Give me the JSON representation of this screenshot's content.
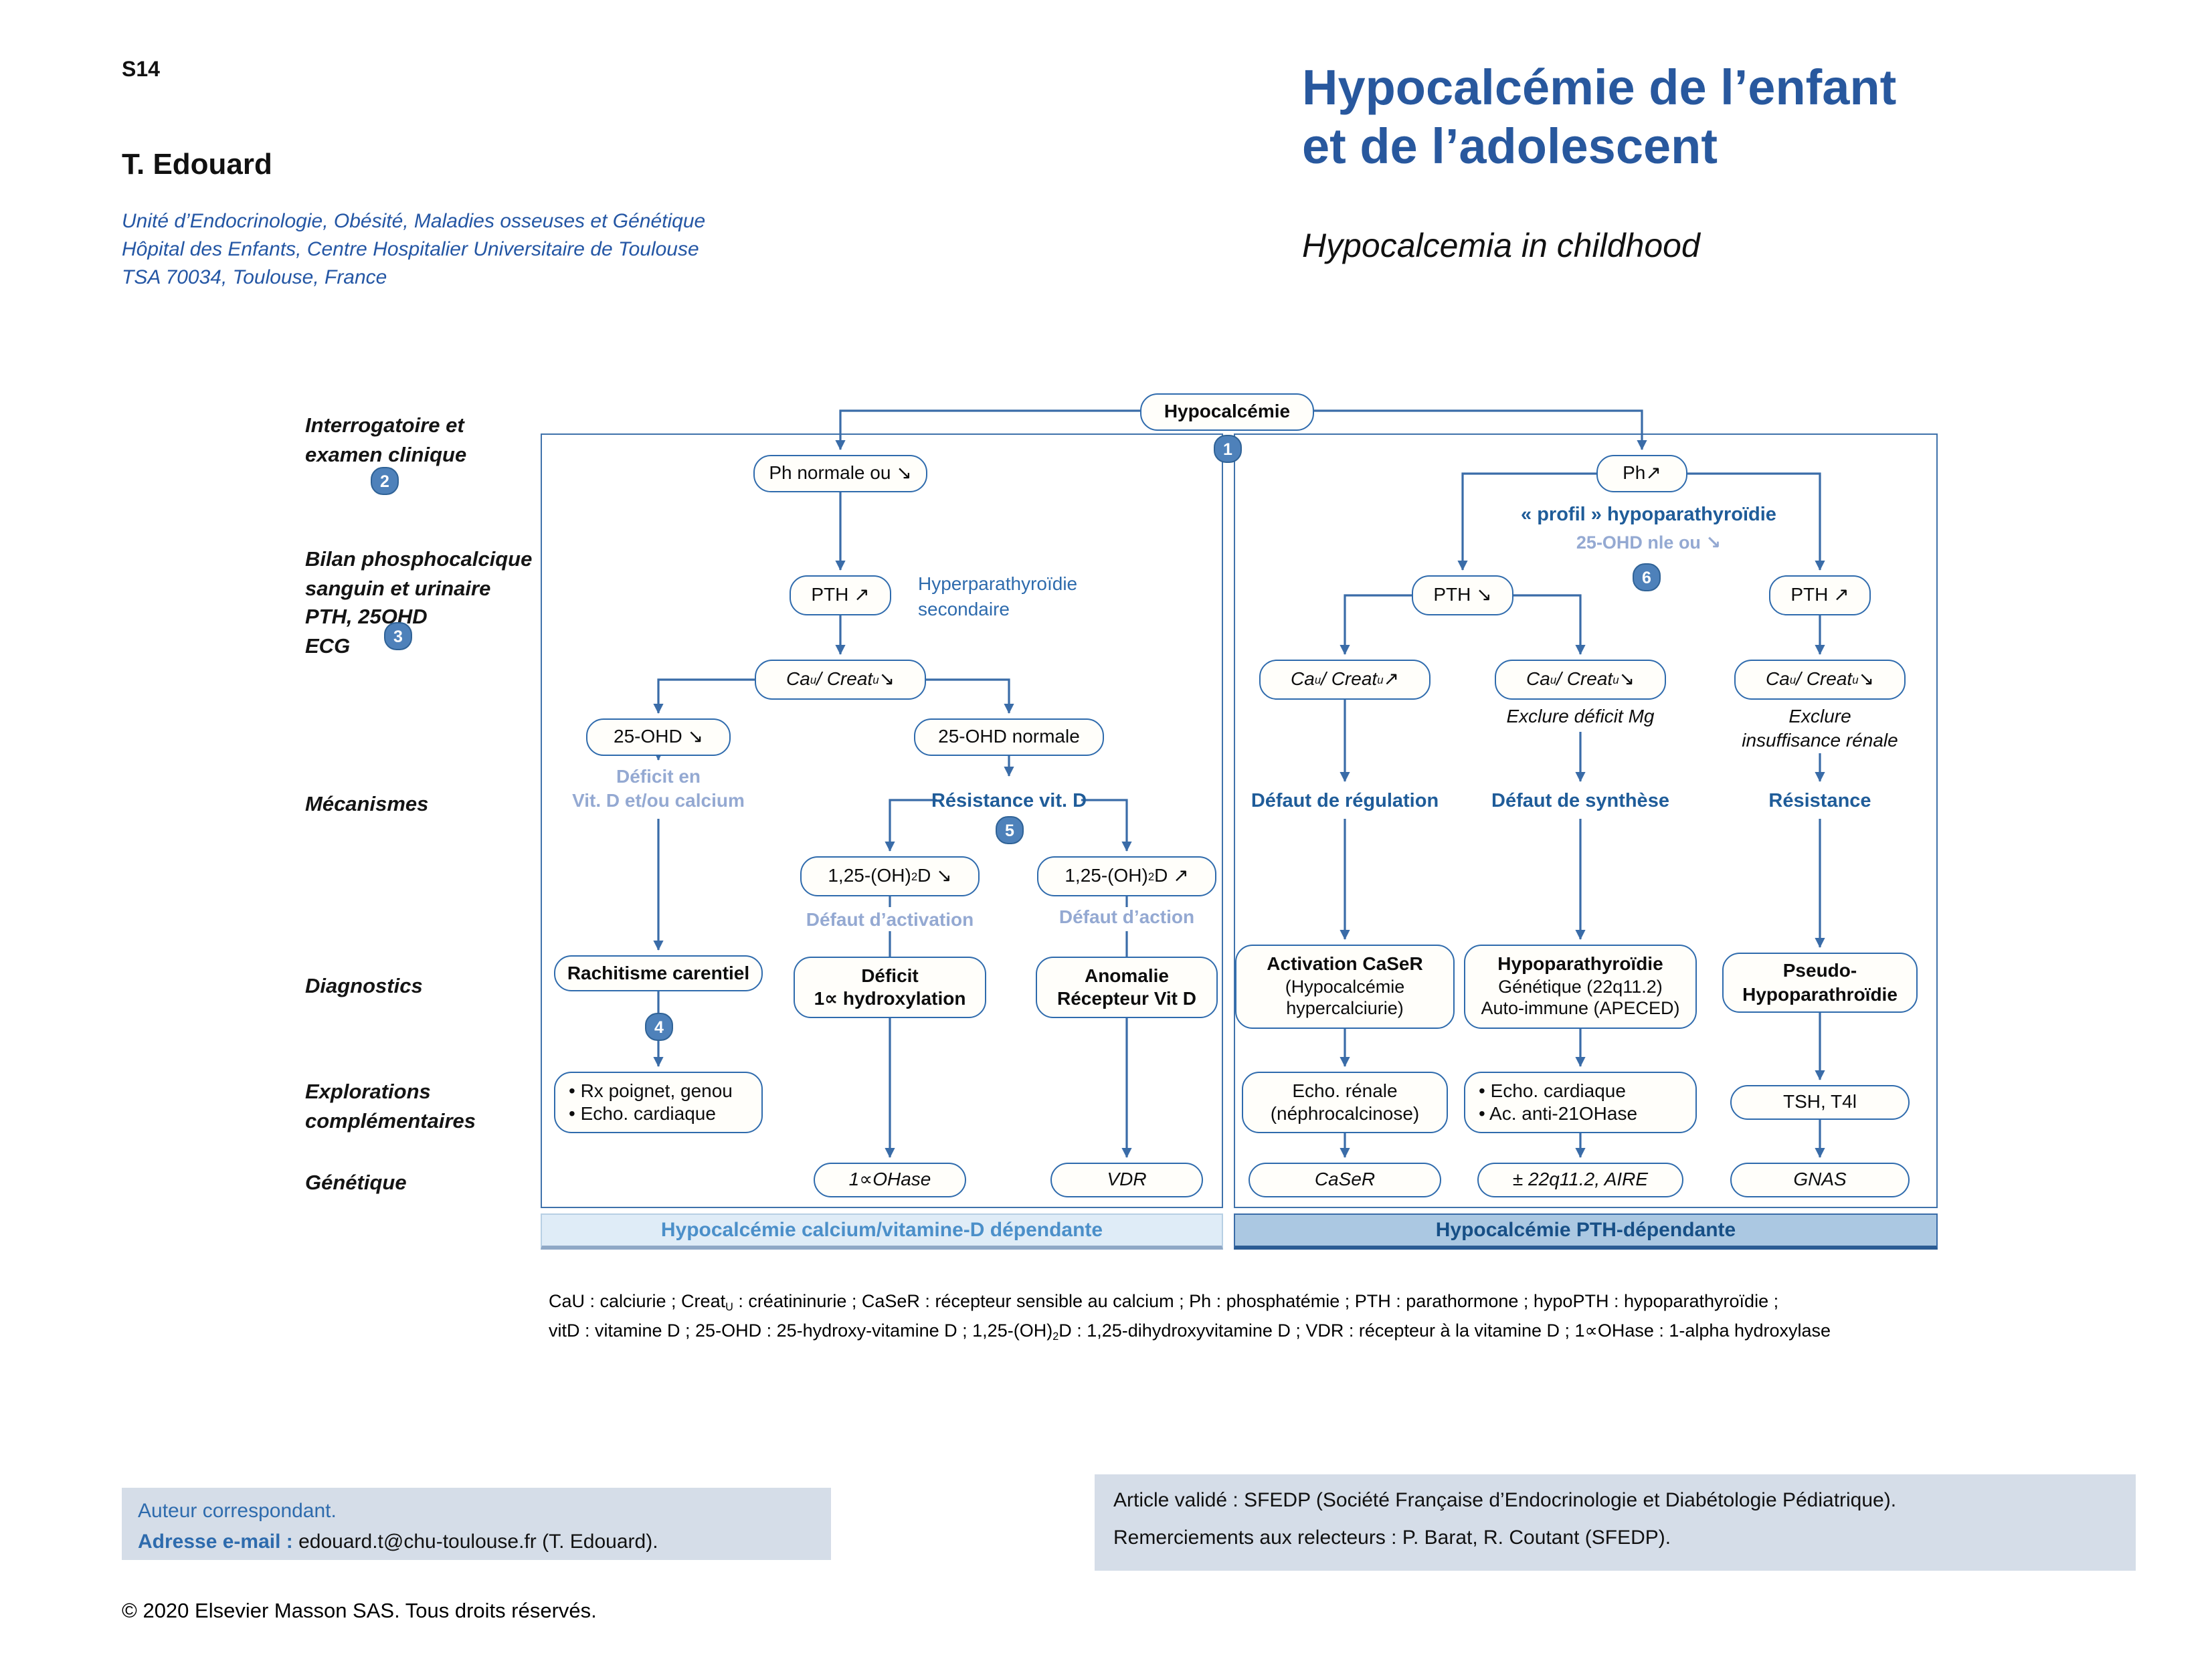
{
  "header": {
    "page_number": "S14",
    "author": "T. Edouard",
    "affiliation": "Unité d’Endocrinologie, Obésité, Maladies osseuses et Génétique\nHôpital des Enfants, Centre Hospitalier Universitaire de Toulouse\nTSA 70034, Toulouse, France",
    "title_fr": "Hypocalcémie de l’enfant\net de l’adolescent",
    "title_en": "Hypocalcemia in childhood"
  },
  "row_labels": {
    "interrogatoire": "Interrogatoire et\nexamen clinique",
    "bilan": "Bilan phosphocalcique\nsanguin et urinaire\nPTH, 25OHD\nECG",
    "mecanismes": "Mécanismes",
    "diagnostics": "Diagnostics",
    "explorations": "Explorations\ncomplémentaires",
    "genetique": "Génétique"
  },
  "badges": {
    "b1": "1",
    "b2": "2",
    "b3": "3",
    "b4": "4",
    "b5": "5",
    "b6": "6"
  },
  "flow": {
    "root": "Hypocalcémie",
    "ph_normal": "Ph normale ou ↘",
    "ph_high": "Ph↗",
    "hyperpara_secondaire": "Hyperparathyroïdie\nsecondaire",
    "profil_hypopara": "« profil » hypoparathyroïdie",
    "ohd_nle": "25-OHD nle ou ↘",
    "pth_high_left": "PTH ↗",
    "pth_low": "PTH ↘",
    "pth_high_right": "PTH ↗",
    "cau_left": "Ca~u~ / Creat~u~ ↘",
    "cau_reg": "Ca~u~ / Creat~u~ ↗",
    "cau_synth": "Ca~u~ / Creat~u~ ↘",
    "cau_resist": "Ca~u~ / Creat~u~ ↘",
    "excl_mg": "Exclure déficit Mg",
    "excl_renale": "Exclure\ninsuffisance rénale",
    "ohd_low": "25-OHD ↘",
    "ohd_normal": "25-OHD normale",
    "mech_deficit": "Déficit en\nVit. D et/ou calcium",
    "mech_resist_vitd": "Résistance vit. D",
    "mech_regulation": "Défaut de régulation",
    "mech_synthese": "Défaut de synthèse",
    "mech_resistance": "Résistance",
    "d125_low": "1,25-(OH)~2~D ↘",
    "d125_high": "1,25-(OH)~2~D ↗",
    "defaut_activation": "Défaut d’activation",
    "defaut_action": "Défaut d’action",
    "diag_rachitisme": "Rachitisme carentiel",
    "diag_deficit_1a": "Déficit\n1∝ hydroxylation",
    "diag_anomalie_vdr": "Anomalie\nRécepteur Vit D",
    "diag_caser_title": "Activation CaSeR",
    "diag_caser_sub": "(Hypocalcémie\nhypercalciurie)",
    "diag_hypopara_title": "Hypoparathyroïdie",
    "diag_hypopara_sub": "Génétique (22q11.2)\nAuto-immune (APECED)",
    "diag_pseudo": "Pseudo-\nHypoparathroïdie",
    "explor_rx": "• Rx poignet, genou\n• Echo. cardiaque",
    "explor_renale": "Echo. rénale\n(néphrocalcinose)",
    "explor_cardiaque": "• Echo. cardiaque\n• Ac. anti-21OHase",
    "explor_tsh": "TSH, T4l",
    "gene_1aohase": "1∝OHase",
    "gene_vdr": "VDR",
    "gene_caser": "CaSeR",
    "gene_22q": "± 22q11.2, AIRE",
    "gene_gnas": "GNAS"
  },
  "banners": {
    "left": "Hypocalcémie calcium/vitamine-D dépendante",
    "right": "Hypocalcémie PTH-dépendante"
  },
  "footnote": "CaU : calciurie ; Creat~U~ : créatininurie ; CaSeR : récepteur sensible au calcium ; Ph : phosphatémie ; PTH : parathormone ; hypoPTH : hypoparathyroïdie ;\nvitD : vitamine D ; 25-OHD : 25-hydroxy-vitamine D ; 1,25-(OH)~2~D : 1,25-dihydroxyvitamine D ; VDR : récepteur à la vitamine D ; 1∝OHase : 1-alpha hydroxylase",
  "correspondence": {
    "line1": "Auteur correspondant.",
    "email_label": "Adresse e-mail :",
    "email_value": " edouard.t@chu-toulouse.fr (T. Edouard)."
  },
  "validation": {
    "line1": "Article validé : SFEDP (Société Française d’Endocrinologie et Diabétologie Pédiatrique).",
    "line2": "Remerciements aux relecteurs : P. Barat, R. Coutant (SFEDP)."
  },
  "copyright": "© 2020 Elsevier Masson SAS. Tous droits réservés.",
  "colors": {
    "box_border_blue": "#2f6bad",
    "line_blue": "#3a6ca8",
    "label_blue": "#1f5c99",
    "light_blue": "#94a9d2",
    "badge_blue": "#4e81ba",
    "title_blue": "#28589e",
    "banner_left_bg": "#dfecf7",
    "banner_right_bg": "#abc8e2",
    "footer_bg": "#d5dde8"
  }
}
